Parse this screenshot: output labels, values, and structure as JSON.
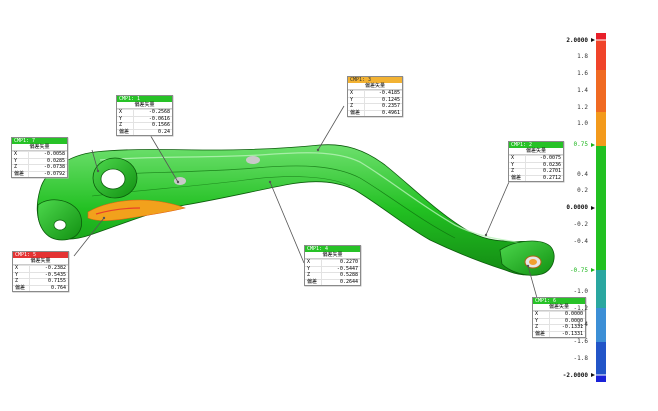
{
  "callouts": [
    {
      "id": "cmp1",
      "title": "CMP1: 1",
      "subtitle": "偏差矢量",
      "header_color": "green",
      "rows": [
        {
          "k": "X",
          "v": "-0.2568"
        },
        {
          "k": "Y",
          "v": "-0.0616"
        },
        {
          "k": "Z",
          "v": "0.1566"
        },
        {
          "k": "偏差",
          "v": "0.24"
        }
      ]
    },
    {
      "id": "cmp2",
      "title": "CMP1: 2",
      "subtitle": "偏差矢量",
      "header_color": "green",
      "rows": [
        {
          "k": "X",
          "v": "-0.0075"
        },
        {
          "k": "Y",
          "v": "0.0236"
        },
        {
          "k": "Z",
          "v": "0.2701"
        },
        {
          "k": "偏差",
          "v": "0.2712"
        }
      ]
    },
    {
      "id": "cmp3",
      "title": "CMP1: 3",
      "subtitle": "偏差矢量",
      "header_color": "orange",
      "rows": [
        {
          "k": "X",
          "v": "-0.4185"
        },
        {
          "k": "Y",
          "v": "0.1245"
        },
        {
          "k": "Z",
          "v": "0.2357"
        },
        {
          "k": "偏差",
          "v": "0.4961"
        }
      ]
    },
    {
      "id": "cmp4",
      "title": "CMP1: 4",
      "subtitle": "偏差矢量",
      "header_color": "green",
      "rows": [
        {
          "k": "X",
          "v": "0.2270"
        },
        {
          "k": "Y",
          "v": "-0.5447"
        },
        {
          "k": "Z",
          "v": "0.5288"
        },
        {
          "k": "偏差",
          "v": "0.2644"
        }
      ]
    },
    {
      "id": "cmp5",
      "title": "CMP1: 5",
      "subtitle": "偏差矢量",
      "header_color": "red",
      "rows": [
        {
          "k": "X",
          "v": "-0.2382"
        },
        {
          "k": "Y",
          "v": "-0.5435"
        },
        {
          "k": "Z",
          "v": "0.7155"
        },
        {
          "k": "偏差",
          "v": "0.764"
        }
      ]
    },
    {
      "id": "cmp6",
      "title": "CMP1: 6",
      "subtitle": "偏差矢量",
      "header_color": "green",
      "rows": [
        {
          "k": "X",
          "v": "0.0000"
        },
        {
          "k": "Y",
          "v": "0.0000"
        },
        {
          "k": "Z",
          "v": "-0.1331"
        },
        {
          "k": "偏差",
          "v": "-0.1331"
        }
      ]
    },
    {
      "id": "cmp7",
      "title": "CMP1: 7",
      "subtitle": "偏差矢量",
      "header_color": "green",
      "rows": [
        {
          "k": "X",
          "v": "-0.0058"
        },
        {
          "k": "Y",
          "v": "0.0285"
        },
        {
          "k": "Z",
          "v": "-0.0738"
        },
        {
          "k": "偏差",
          "v": "-0.0792"
        }
      ]
    }
  ],
  "color_scale": {
    "max": 2.0,
    "min": -2.0,
    "ticks": [
      {
        "label": "2.0000",
        "value": 2.0,
        "bold": true
      },
      {
        "label": "1.8",
        "value": 1.8
      },
      {
        "label": "1.6",
        "value": 1.6
      },
      {
        "label": "1.4",
        "value": 1.4
      },
      {
        "label": "1.2",
        "value": 1.2
      },
      {
        "label": "1.0",
        "value": 1.0
      },
      {
        "label": "0.75",
        "value": 0.75,
        "green": true
      },
      {
        "label": "0.4",
        "value": 0.4
      },
      {
        "label": "0.2",
        "value": 0.2
      },
      {
        "label": "0.0000",
        "value": 0.0,
        "bold": true
      },
      {
        "label": "-0.2",
        "value": -0.2
      },
      {
        "label": "-0.4",
        "value": -0.4
      },
      {
        "label": "-0.75",
        "value": -0.75,
        "green": true
      },
      {
        "label": "-1.0",
        "value": -1.0
      },
      {
        "label": "-1.2",
        "value": -1.2
      },
      {
        "label": "-1.4",
        "value": -1.4
      },
      {
        "label": "-1.6",
        "value": -1.6
      },
      {
        "label": "-1.8",
        "value": -1.8
      },
      {
        "label": "-2.0000",
        "value": -2.0,
        "bold": true
      }
    ],
    "colors": {
      "over": "#e8202a",
      "red": "#f0442a",
      "orange": "#f39a1c",
      "yellow": "#f2c81b",
      "green": "#21c021",
      "teal": "#2aa7a0",
      "lightblue": "#3c8fd6",
      "blue": "#2255c8",
      "under": "#1a22d8"
    }
  }
}
